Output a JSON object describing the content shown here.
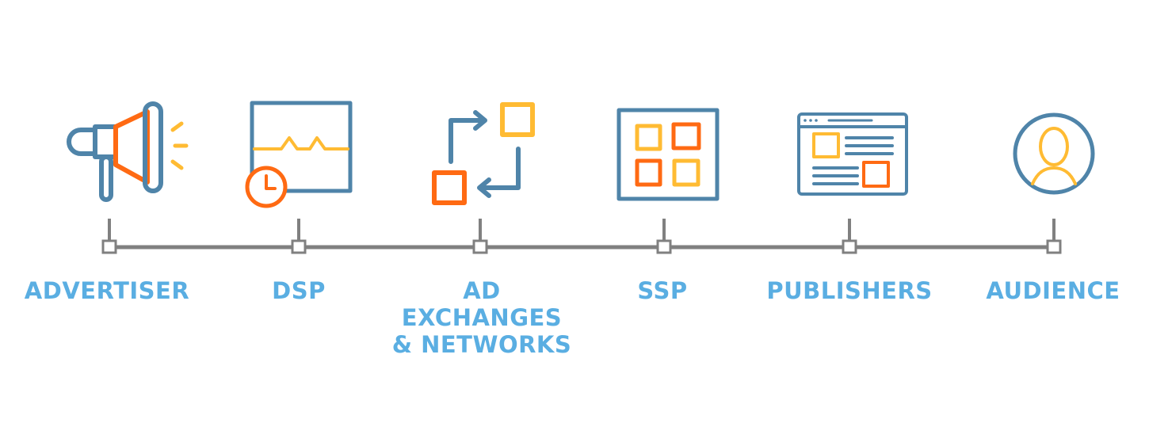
{
  "colors": {
    "blue": "#4f84a9",
    "orange": "#ff6a13",
    "yellow": "#ffbb33",
    "connector": "#808080",
    "label": "#5aaee2"
  },
  "stages": [
    {
      "id": "advertiser",
      "icon": "megaphone-icon",
      "label_lines": [
        "ADVERTISER"
      ]
    },
    {
      "id": "dsp",
      "icon": "monitor-clock-icon",
      "label_lines": [
        "DSP"
      ]
    },
    {
      "id": "ad-exchanges",
      "icon": "exchange-arrows-icon",
      "label_lines": [
        "AD",
        "EXCHANGES",
        "& NETWORKS"
      ]
    },
    {
      "id": "ssp",
      "icon": "grid-squares-icon",
      "label_lines": [
        "SSP"
      ]
    },
    {
      "id": "publishers",
      "icon": "browser-window-icon",
      "label_lines": [
        "PUBLISHERS"
      ]
    },
    {
      "id": "audience",
      "icon": "user-circle-icon",
      "label_lines": [
        "AUDIENCE"
      ]
    }
  ]
}
